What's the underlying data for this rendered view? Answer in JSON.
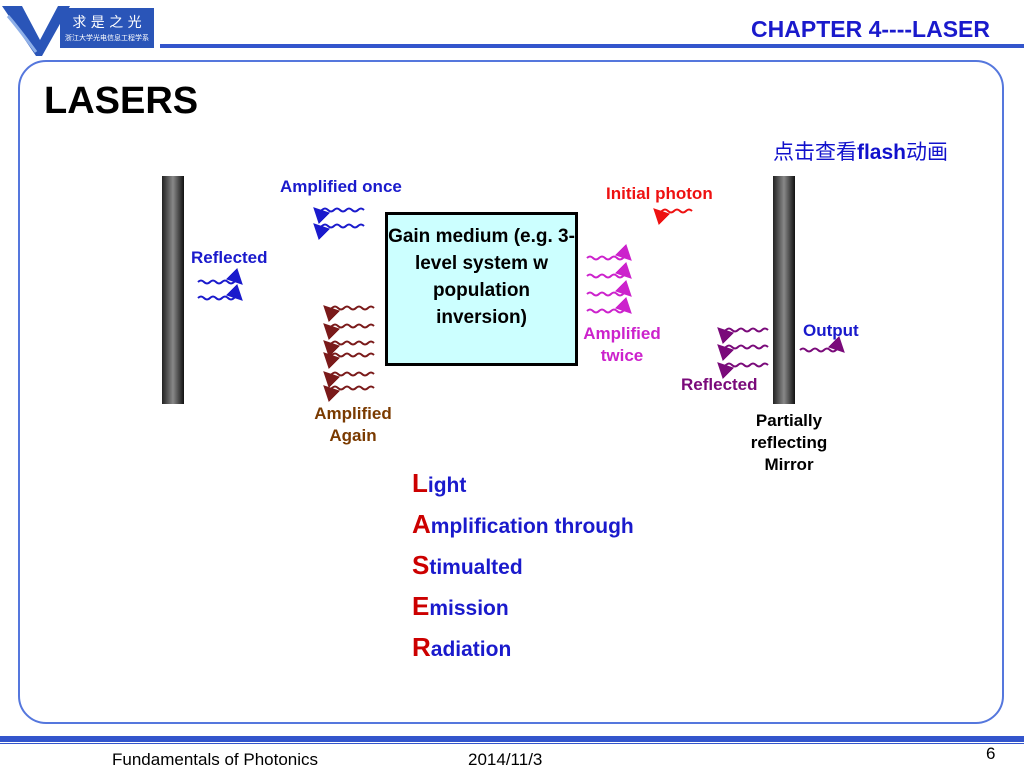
{
  "header": {
    "chapter": "CHAPTER 4----LASER"
  },
  "slide": {
    "title": "LASERS",
    "flash_link_prefix": "点击查看",
    "flash_link_bold": "flash",
    "flash_link_suffix": "动画"
  },
  "diagram": {
    "gain_medium": "Gain medium (e.g. 3-level system w population inversion)",
    "labels": {
      "amplified_once": "Amplified once",
      "initial_photon": "Initial photon",
      "reflected_left": "Reflected",
      "amplified_twice": "Amplified twice",
      "output": "Output",
      "reflected_right": "Reflected",
      "amplified_again": "Amplified Again",
      "partial_mirror": "Partially reflecting Mirror"
    },
    "colors": {
      "blue": "#1a1acc",
      "red": "#ee1111",
      "magenta": "#cc22cc",
      "brown": "#7a1a1a",
      "brown_text": "#7a3a00",
      "purple": "#7a0a7a"
    }
  },
  "acronym": [
    {
      "letter": "L",
      "rest": "ight"
    },
    {
      "letter": "A",
      "rest": "mplification through"
    },
    {
      "letter": "S",
      "rest": "timualted"
    },
    {
      "letter": "E",
      "rest": "mission"
    },
    {
      "letter": "R",
      "rest": "adiation"
    }
  ],
  "footer": {
    "course": "Fundamentals of Photonics",
    "date": "2014/11/3",
    "page": "6"
  }
}
